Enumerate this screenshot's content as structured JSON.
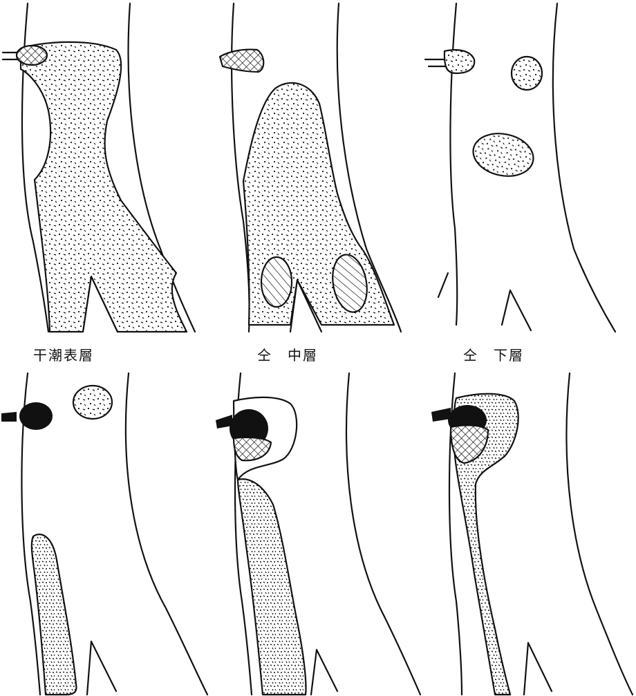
{
  "captions": {
    "panel_1": "干潮表層",
    "panel_2": "仝　中層",
    "panel_3": "仝　下層"
  },
  "colors": {
    "ink": "#111111",
    "paper": "#ffffff"
  },
  "patterns": {
    "stipple": "dotted-fill",
    "crosshatch": "cross-hatch-fill",
    "diagonal": "diagonal-hatch-fill",
    "solid": "solid-black-fill"
  }
}
